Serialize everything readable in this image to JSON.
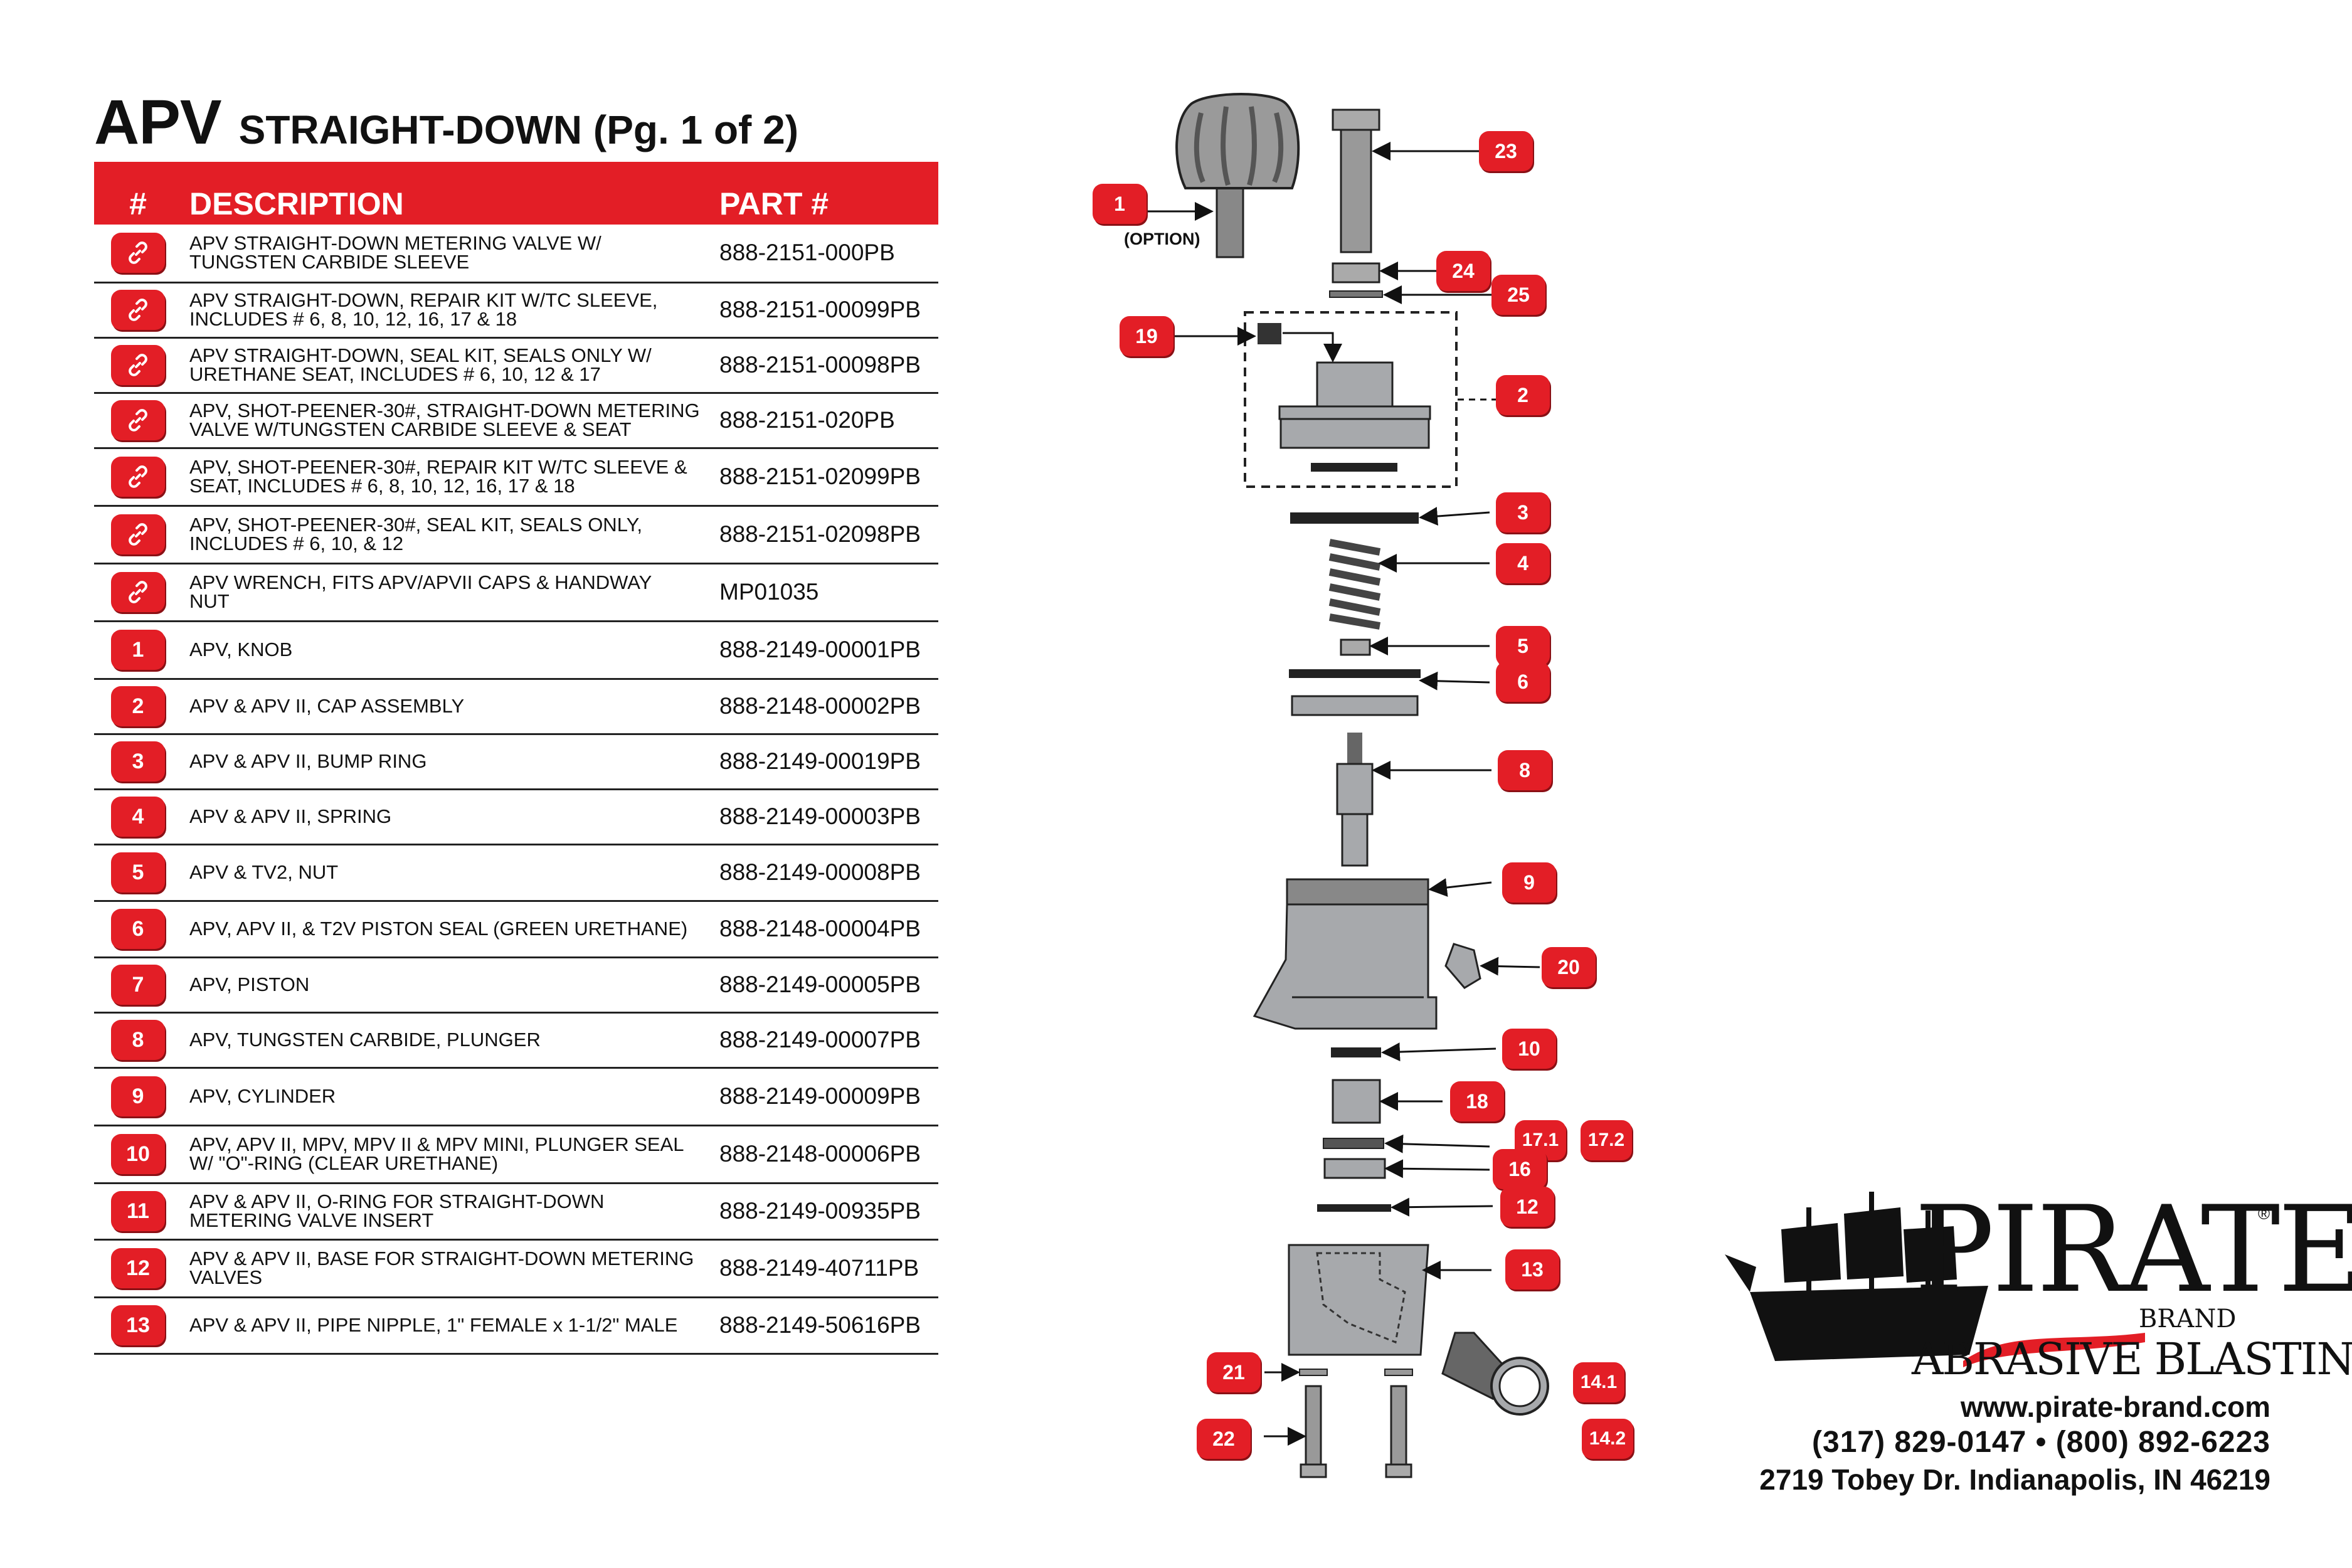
{
  "title": {
    "main": "APV",
    "sub": "STRAIGHT-DOWN (Pg. 1 of 2)"
  },
  "table": {
    "headers": {
      "num": "#",
      "description": "DESCRIPTION",
      "part": "PART #"
    },
    "rows": [
      {
        "badge": "link-icon",
        "desc": [
          "APV STRAIGHT-DOWN METERING VALVE W/",
          "TUNGSTEN CARBIDE SLEEVE"
        ],
        "part": "888-2151-000PB"
      },
      {
        "badge": "link-icon",
        "desc": [
          "APV STRAIGHT-DOWN, REPAIR KIT W/TC SLEEVE,",
          "INCLUDES # 6, 8, 10, 12, 16, 17 & 18"
        ],
        "part": "888-2151-00099PB"
      },
      {
        "badge": "link-icon",
        "desc": [
          "APV STRAIGHT-DOWN, SEAL KIT, SEALS ONLY W/",
          "URETHANE SEAT, INCLUDES # 6, 10, 12 & 17"
        ],
        "part": "888-2151-00098PB"
      },
      {
        "badge": "link-icon",
        "desc": [
          "APV, SHOT-PEENER-30#, STRAIGHT-DOWN METERING",
          "VALVE W/TUNGSTEN CARBIDE SLEEVE & SEAT"
        ],
        "part": "888-2151-020PB"
      },
      {
        "badge": "link-icon",
        "desc": [
          "APV, SHOT-PEENER-30#,  REPAIR KIT W/TC SLEEVE &",
          "SEAT, INCLUDES # 6, 8, 10, 12, 16, 17 & 18"
        ],
        "part": "888-2151-02099PB"
      },
      {
        "badge": "link-icon",
        "desc": [
          "APV, SHOT-PEENER-30#,  SEAL KIT, SEALS ONLY,",
          "INCLUDES # 6, 10, & 12"
        ],
        "part": "888-2151-02098PB"
      },
      {
        "badge": "link-icon",
        "desc": [
          "APV WRENCH, FITS APV/APVII CAPS & HANDWAY",
          "NUT"
        ],
        "part": "MP01035"
      },
      {
        "badge": "1",
        "desc": [
          "APV, KNOB"
        ],
        "part": "888-2149-00001PB"
      },
      {
        "badge": "2",
        "desc": [
          "APV & APV II, CAP ASSEMBLY"
        ],
        "part": "888-2148-00002PB"
      },
      {
        "badge": "3",
        "desc": [
          "APV & APV II, BUMP RING"
        ],
        "part": "888-2149-00019PB"
      },
      {
        "badge": "4",
        "desc": [
          "APV & APV II, SPRING"
        ],
        "part": "888-2149-00003PB"
      },
      {
        "badge": "5",
        "desc": [
          "APV & TV2, NUT"
        ],
        "part": "888-2149-00008PB"
      },
      {
        "badge": "6",
        "desc": [
          "APV, APV II, & T2V PISTON SEAL (GREEN URETHANE)"
        ],
        "part": "888-2148-00004PB"
      },
      {
        "badge": "7",
        "desc": [
          "APV, PISTON"
        ],
        "part": "888-2149-00005PB"
      },
      {
        "badge": "8",
        "desc": [
          "APV, TUNGSTEN CARBIDE, PLUNGER"
        ],
        "part": "888-2149-00007PB"
      },
      {
        "badge": "9",
        "desc": [
          "APV, CYLINDER"
        ],
        "part": "888-2149-00009PB"
      },
      {
        "badge": "10",
        "desc": [
          "APV, APV II, MPV, MPV II & MPV MINI, PLUNGER SEAL",
          "W/ \"O\"-RING (CLEAR URETHANE)"
        ],
        "part": "888-2148-00006PB"
      },
      {
        "badge": "11",
        "desc": [
          "APV & APV II, O-RING FOR STRAIGHT-DOWN",
          "METERING VALVE INSERT"
        ],
        "part": "888-2149-00935PB"
      },
      {
        "badge": "12",
        "desc": [
          "APV & APV II, BASE FOR STRAIGHT-DOWN METERING",
          "VALVES"
        ],
        "part": "888-2149-40711PB"
      },
      {
        "badge": "13",
        "desc": [
          "APV & APV II, PIPE NIPPLE, 1\" FEMALE x 1-1/2\" MALE"
        ],
        "part": "888-2149-50616PB"
      }
    ]
  },
  "callouts": [
    "1",
    "23",
    "24",
    "25",
    "19",
    "2",
    "3",
    "4",
    "5",
    "6",
    "8",
    "9",
    "20",
    "10",
    "18",
    "17.1",
    "17.2",
    "16",
    "12",
    "13",
    "21",
    "14.1",
    "22",
    "14.2"
  ],
  "option_label": "(OPTION)",
  "logo": {
    "pirate": "PIRATE",
    "brand": "BRAND",
    "abrasive": "ABRASIVE BLASTING",
    "registered": "®"
  },
  "contact": {
    "website": "www.pirate-brand.com",
    "phones": "(317) 829-0147 • (800) 892-6223",
    "address": "2719 Tobey Dr. Indianapolis, IN 46219"
  },
  "colors": {
    "accent_red": "#e31e26",
    "part_gray": "#a7a9ac",
    "dark": "#231f20"
  }
}
